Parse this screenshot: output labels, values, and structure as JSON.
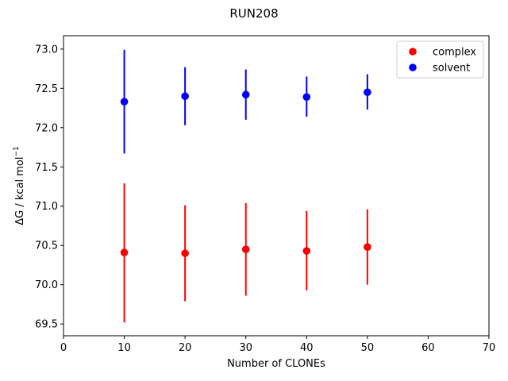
{
  "chart_data": {
    "type": "scatter",
    "title": "RUN208",
    "xlabel": "Number of CLONEs",
    "ylabel_prefix": "ΔG / kcal mol",
    "ylabel_superscript": "−1",
    "xlim": [
      0,
      70
    ],
    "ylim": [
      69.35,
      73.17
    ],
    "xticks": [
      0,
      10,
      20,
      30,
      40,
      50,
      60,
      70
    ],
    "xtick_labels": [
      "0",
      "10",
      "20",
      "30",
      "40",
      "50",
      "60",
      "70"
    ],
    "yticks": [
      69.5,
      70.0,
      70.5,
      71.0,
      71.5,
      72.0,
      72.5,
      73.0
    ],
    "ytick_labels": [
      "69.5",
      "70.0",
      "70.5",
      "71.0",
      "71.5",
      "72.0",
      "72.5",
      "73.0"
    ],
    "grid": false,
    "legend_position": "top-right",
    "series": [
      {
        "name": "complex",
        "color": "#ff0000",
        "x": [
          10,
          20,
          30,
          40,
          50
        ],
        "y": [
          70.41,
          70.4,
          70.45,
          70.43,
          70.48
        ],
        "err_low": [
          69.52,
          69.79,
          69.86,
          69.93,
          70.0
        ],
        "err_high": [
          71.29,
          71.01,
          71.04,
          70.94,
          70.96
        ]
      },
      {
        "name": "solvent",
        "color": "#0000ff",
        "x": [
          10,
          20,
          30,
          40,
          50
        ],
        "y": [
          72.33,
          72.4,
          72.42,
          72.39,
          72.45
        ],
        "err_low": [
          71.67,
          72.03,
          72.1,
          72.14,
          72.23
        ],
        "err_high": [
          72.99,
          72.77,
          72.74,
          72.65,
          72.68
        ]
      }
    ]
  }
}
